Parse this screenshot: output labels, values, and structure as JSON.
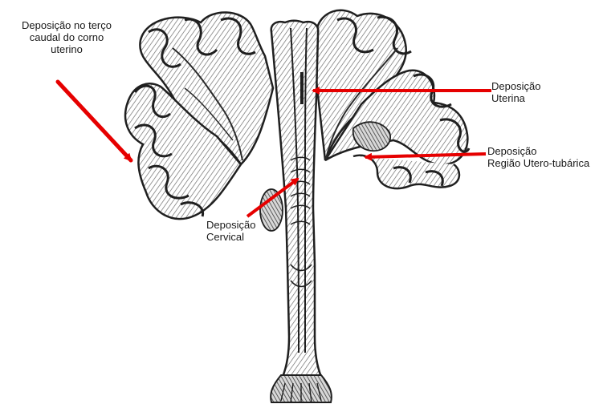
{
  "diagram": {
    "labels": {
      "caudal": [
        "Deposição no terço",
        "caudal do corno",
        "uterino"
      ],
      "uterina": [
        "Deposição",
        "Uterina"
      ],
      "tubarica": [
        "Deposição",
        "Região Utero-tubárica"
      ],
      "cervical": [
        "Deposição",
        "Cervical"
      ]
    },
    "arrow_color": "#e60000",
    "ink_color": "#1f1f1f"
  }
}
